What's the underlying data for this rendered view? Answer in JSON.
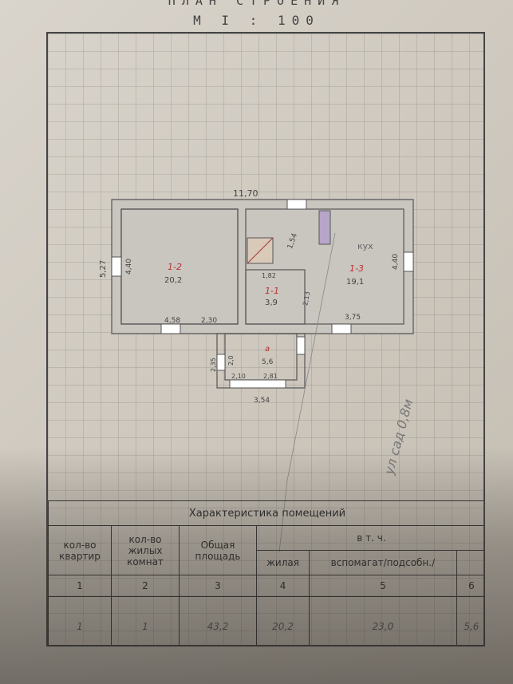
{
  "header": {
    "title": "ПЛАН СТРОЕНИЯ",
    "scale": "М I : 100"
  },
  "plan": {
    "overall_width": "11,70",
    "left_height": "5,27",
    "rooms": [
      {
        "id": "1-2",
        "area": "20,2",
        "height": "4,40",
        "width": "4,58"
      },
      {
        "id": "1-1",
        "area": "3,9",
        "width": "1,82",
        "height": "2,13",
        "extra": "1,54",
        "door": "2,30"
      },
      {
        "id": "1-3",
        "area": "19,1",
        "height": "4,40",
        "width": "3,75"
      },
      {
        "id": "а",
        "area": "5,6",
        "width": "3,54",
        "height": "2,0",
        "side": "2,35",
        "w1": "2,10",
        "w2": "2,81"
      }
    ],
    "notes": [
      "кух",
      "ул сад 0,8м"
    ]
  },
  "table": {
    "title": "Характеристика помещений",
    "headers": {
      "col1": "кол-во квартир",
      "col2": "кол-во жилых комнат",
      "col3": "Общая площадь",
      "group": "в т. ч.",
      "col4": "жилая",
      "col5": "вспомагат/подсобн./"
    },
    "numbers": [
      "1",
      "2",
      "3",
      "4",
      "5",
      "6"
    ],
    "values": [
      "1",
      "1",
      "43,2",
      "20,2",
      "23,0",
      "5,6"
    ]
  }
}
